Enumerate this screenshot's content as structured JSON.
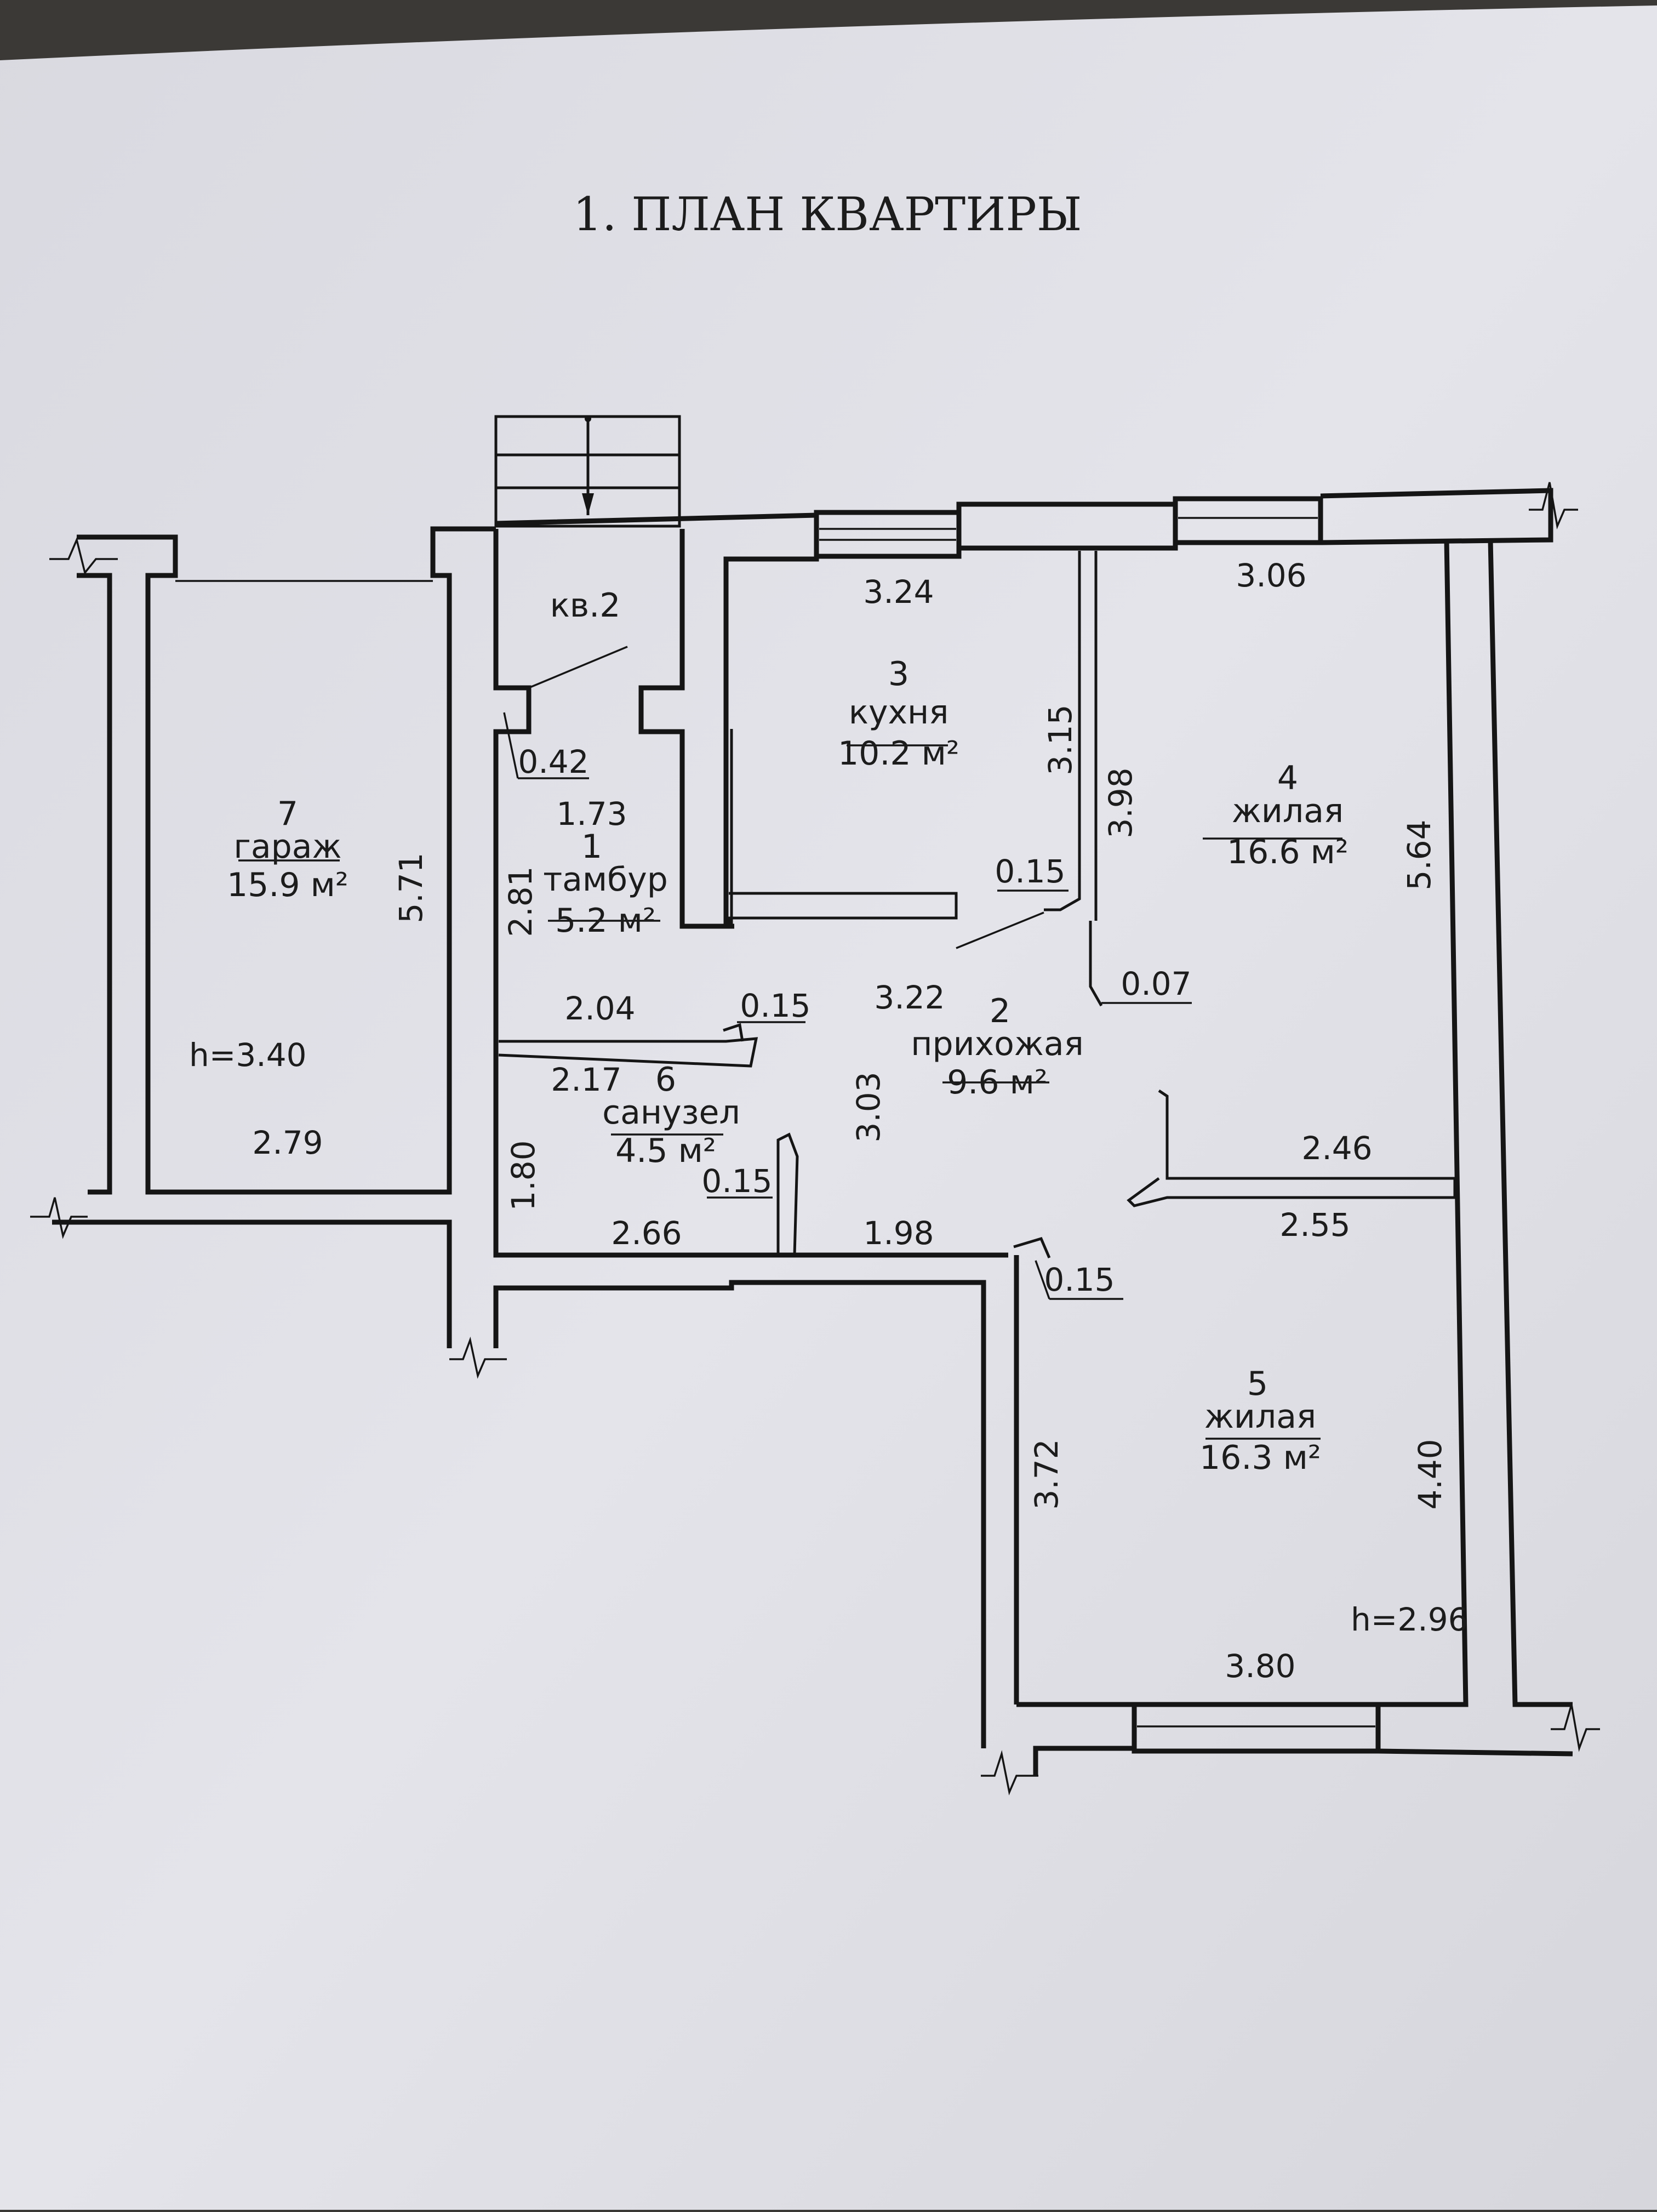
{
  "plan": {
    "title": "1. ПЛАН КВАРТИРЫ",
    "neighbor_label": "кв.2",
    "heights": {
      "garage": "h=3.40",
      "rooms": "h=2.96"
    }
  },
  "rooms": [
    {
      "number": "1",
      "name": "тамбур",
      "area": "5.2 м²"
    },
    {
      "number": "2",
      "name": "прихожая",
      "area": "9.6 м²"
    },
    {
      "number": "3",
      "name": "кухня",
      "area": "10.2 м²"
    },
    {
      "number": "4",
      "name": "жилая",
      "area": "16.6 м²"
    },
    {
      "number": "5",
      "name": "жилая",
      "area": "16.3 м²"
    },
    {
      "number": "6",
      "name": "санузел",
      "area": "4.5 м²"
    },
    {
      "number": "7",
      "name": "гараж",
      "area": "15.9 м²"
    }
  ],
  "dimensions": {
    "kitchen_width": "3.24",
    "kitchen_depth": "3.15",
    "room4_width": "3.06",
    "room4_depth_left": "3.98",
    "room4_depth_right": "5.64",
    "room4_bottom": "2.46",
    "room5_top": "2.55",
    "room5_left": "3.72",
    "room5_right": "4.40",
    "room5_bottom": "3.80",
    "vestibule_width": "1.73",
    "vestibule_depth": "2.81",
    "door_0_42": "0.42",
    "partition_kitchen": "0.15",
    "partition_stub": "0.07",
    "hall_width": "3.22",
    "hall_depth": "3.03",
    "bath_top": "2.04",
    "bath_inner": "2.17",
    "bath_partition": "0.15",
    "bath_partition_lower": "0.15",
    "bath_depth": "1.80",
    "bottom_left": "2.66",
    "bottom_right": "1.98",
    "room5_partition": "0.15",
    "garage_depth": "5.71",
    "garage_width": "2.79"
  }
}
